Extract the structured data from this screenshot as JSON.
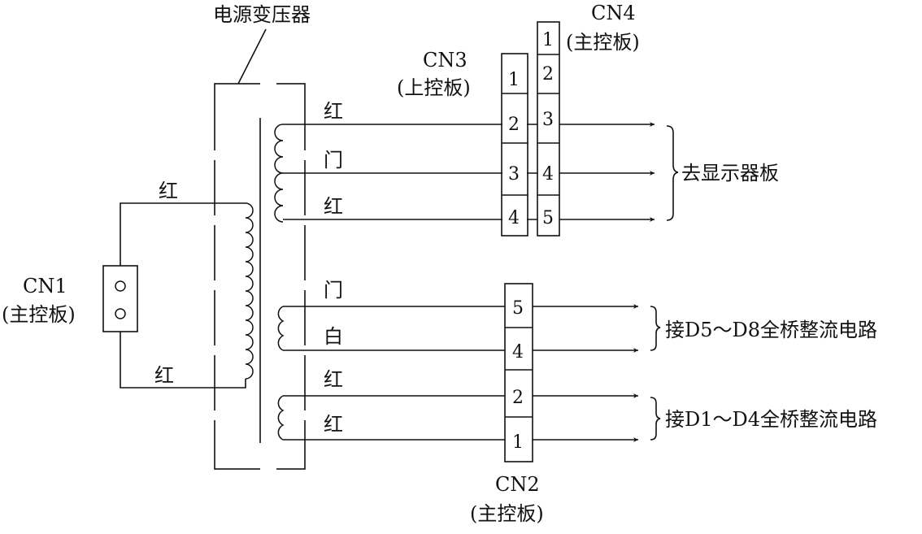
{
  "transformer": {
    "label": "电源变压器"
  },
  "cn1": {
    "name": "CN1",
    "board": "(主控板)"
  },
  "cn2": {
    "name": "CN2",
    "board": "(主控板)",
    "pins": [
      "5",
      "4",
      "2",
      "1"
    ]
  },
  "cn3": {
    "name": "CN3",
    "board": "(上控板)",
    "pins": [
      "1",
      "2",
      "3",
      "4"
    ]
  },
  "cn4": {
    "name": "CN4",
    "board": "(主控板)",
    "pins": [
      "1",
      "2",
      "3",
      "4",
      "5"
    ]
  },
  "wires": {
    "primary_top": "红",
    "primary_bottom": "红",
    "sec1_a": "红",
    "sec1_b": "门",
    "sec1_c": "红",
    "sec2_a": "门",
    "sec2_b": "白",
    "sec3_a": "红",
    "sec3_b": "红"
  },
  "destinations": {
    "display": "去显示器板",
    "bridge_d5_d8": "接D5～D8全桥整流电路",
    "bridge_d1_d4": "接D1～D4全桥整流电路"
  }
}
